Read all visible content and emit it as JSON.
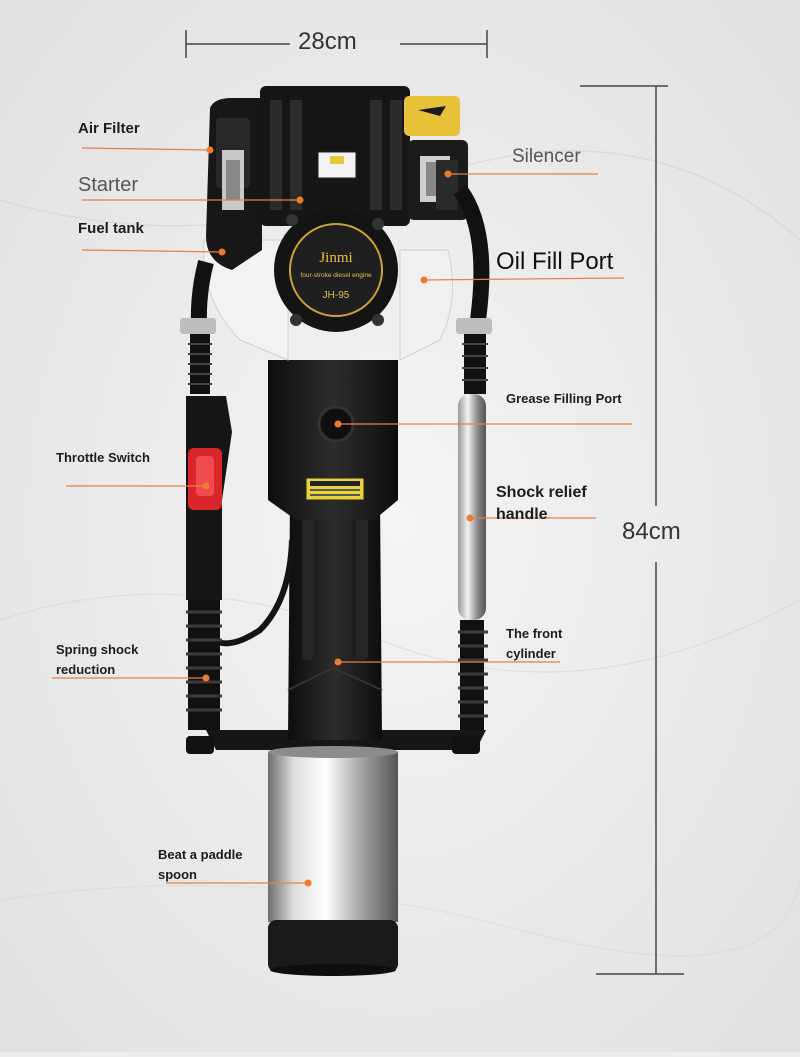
{
  "dimensions": {
    "width": "28cm",
    "height": "84cm"
  },
  "engine_badge": {
    "brand": "Jinmi",
    "subtitle": "four-stroke diesel engine",
    "model": "JH-95"
  },
  "labels": {
    "air_filter": "Air Filter",
    "starter": "Starter",
    "fuel_tank": "Fuel tank",
    "silencer": "Silencer",
    "oil_fill_port": "Oil Fill Port",
    "grease_filling_port": "Grease Filling Port",
    "throttle_switch": "Throttle Switch",
    "shock_relief_handle": [
      "Shock relief",
      "handle"
    ],
    "spring_shock_reduction": [
      "Spring shock",
      "reduction"
    ],
    "front_cylinder": [
      "The front",
      "cylinder"
    ],
    "beat_paddle_spoon": [
      "Beat a paddle",
      "spoon"
    ]
  },
  "colors": {
    "leader_line": "#e0824a",
    "dot": "#f07a30",
    "body": "#1e1e1e",
    "chrome": "#c9c9c9",
    "throttle": "#d9262b",
    "gold": "#c9a23a"
  }
}
